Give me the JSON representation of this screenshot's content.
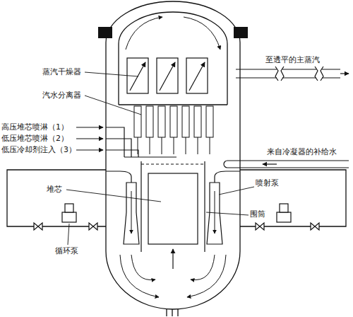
{
  "diagram": {
    "labels": [
      "蒸汽干燥器",
      "汽水分离器",
      "高压堆芯喷淋（1）",
      "低压堆芯喷淋（2）",
      "低压冷却剂注入（3）",
      "堆芯",
      "循环泵",
      "至透平的主蒸汽",
      "来自冷凝器的补给水",
      "喷射泵",
      "围筒"
    ]
  }
}
